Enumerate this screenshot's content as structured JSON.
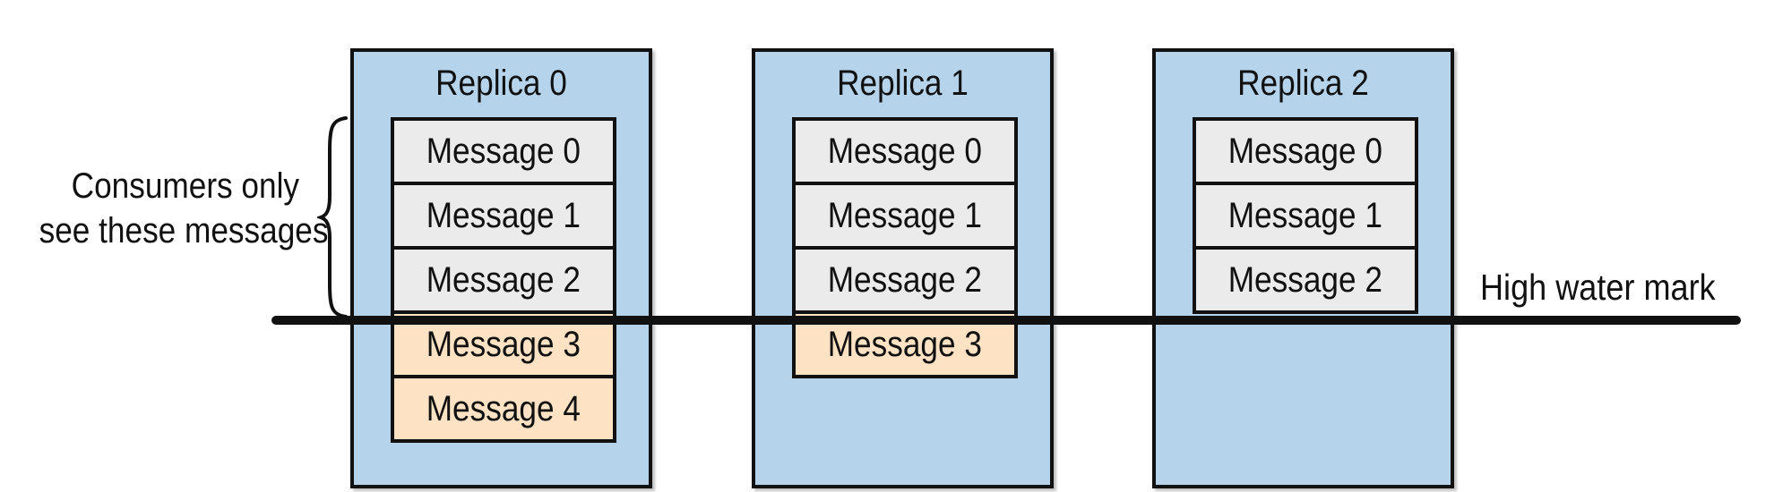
{
  "replicas": [
    {
      "title": "Replica 0",
      "messages": [
        {
          "label": "Message 0",
          "state": "committed"
        },
        {
          "label": "Message 1",
          "state": "committed"
        },
        {
          "label": "Message 2",
          "state": "committed"
        },
        {
          "label": "Message 3",
          "state": "pending"
        },
        {
          "label": "Message 4",
          "state": "pending"
        }
      ]
    },
    {
      "title": "Replica 1",
      "messages": [
        {
          "label": "Message 0",
          "state": "committed"
        },
        {
          "label": "Message 1",
          "state": "committed"
        },
        {
          "label": "Message 2",
          "state": "committed"
        },
        {
          "label": "Message 3",
          "state": "pending"
        }
      ]
    },
    {
      "title": "Replica 2",
      "messages": [
        {
          "label": "Message 0",
          "state": "committed"
        },
        {
          "label": "Message 1",
          "state": "committed"
        },
        {
          "label": "Message 2",
          "state": "committed"
        }
      ]
    }
  ],
  "annotations": {
    "consumers_line1": "Consumers only",
    "consumers_line2": "see these messages",
    "high_water_mark": "High water mark"
  },
  "colors": {
    "replica_fill": "#b5d3ea",
    "committed_fill": "#ebebeb",
    "pending_fill": "#fde3c4",
    "stroke": "#111111"
  }
}
